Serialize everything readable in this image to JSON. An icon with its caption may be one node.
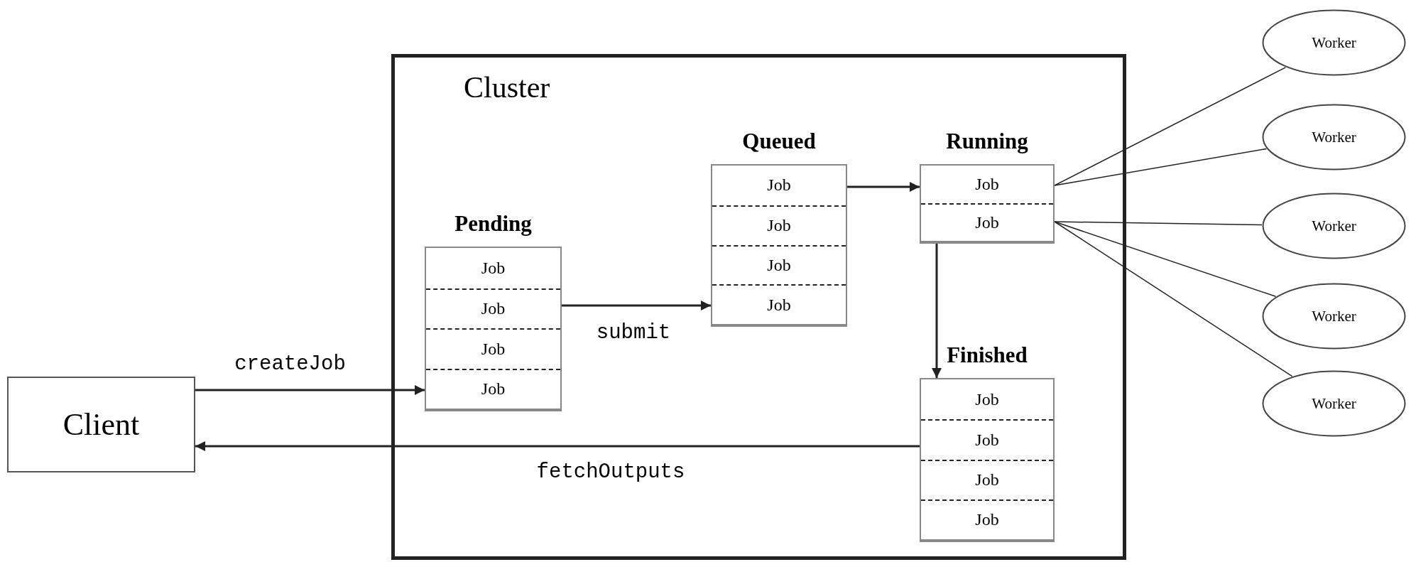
{
  "diagram": {
    "nodes": [
      {
        "text": [
          "Client"
        ]
      },
      {
        "text": [
          "Cluster"
        ]
      },
      {
        "text": [
          "Pending",
          "Job",
          "Job",
          "Job",
          "Job"
        ],
        "in": 1
      },
      {
        "text": [
          "Queued",
          "Job",
          "Job",
          "Job",
          "Job"
        ],
        "in": 1
      },
      {
        "text": [
          "Running",
          "Job",
          "Job"
        ],
        "in": 1
      },
      {
        "text": [
          "Finished",
          "Job",
          "Job",
          "Job",
          "Job"
        ],
        "in": 1
      },
      {
        "text": [
          "Worker"
        ]
      },
      {
        "text": [
          "Worker"
        ]
      },
      {
        "text": [
          "Worker"
        ]
      },
      {
        "text": [
          "Worker"
        ]
      },
      {
        "text": [
          "Worker"
        ]
      }
    ],
    "edges": [
      {
        "from": 0,
        "to": 2,
        "arrow": "to",
        "label": "createJob"
      },
      {
        "from": 2,
        "to": 3,
        "arrow": "to",
        "label": "submit"
      },
      {
        "from": 3,
        "to": 4,
        "arrow": "to"
      },
      {
        "from": 4,
        "to": 5,
        "arrow": "to"
      },
      {
        "from": 5,
        "to": 0,
        "arrow": "to",
        "label": "fetchOutputs"
      },
      {
        "from": 4,
        "to": 6,
        "arrow": "none"
      },
      {
        "from": 4,
        "to": 7,
        "arrow": "none"
      },
      {
        "from": 4,
        "to": 8,
        "arrow": "none"
      },
      {
        "from": 4,
        "to": 9,
        "arrow": "none"
      },
      {
        "from": 4,
        "to": 10,
        "arrow": "none"
      }
    ]
  }
}
